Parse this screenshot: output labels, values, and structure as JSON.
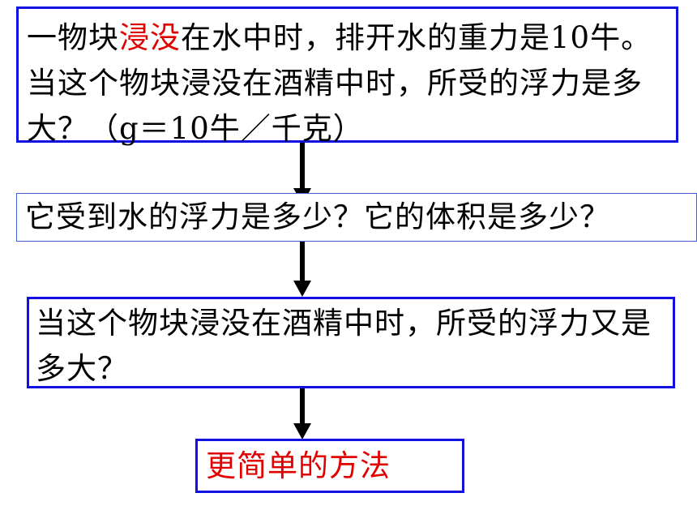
{
  "colors": {
    "box_border": "#1010e0",
    "highlight": "#e00000",
    "arrow": "#000000"
  },
  "boxes": {
    "problem": {
      "prefix": "一物块",
      "highlight": "浸没",
      "rest": "在水中时，排开水的重力是10牛。当这个物块浸没在酒精中时，所受的浮力是多大？（g＝10牛／千克）"
    },
    "step1": "它受到水的浮力是多少？它的体积是多少？",
    "step2": "当这个物块浸没在酒精中时，所受的浮力又是多大？",
    "step3": "更简单的方法"
  }
}
